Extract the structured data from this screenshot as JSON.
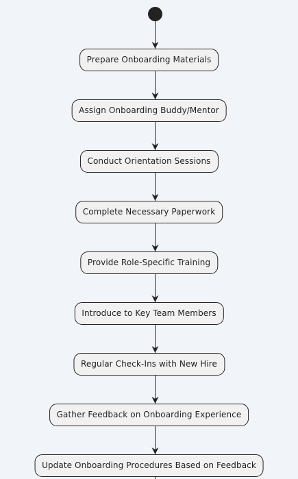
{
  "diagram": {
    "steps": [
      {
        "label": "Prepare Onboarding Materials"
      },
      {
        "label": "Assign Onboarding Buddy/Mentor"
      },
      {
        "label": "Conduct Orientation Sessions"
      },
      {
        "label": "Complete Necessary Paperwork"
      },
      {
        "label": "Provide Role-Specific Training"
      },
      {
        "label": "Introduce to Key Team Members"
      },
      {
        "label": "Regular Check-Ins with New Hire"
      },
      {
        "label": "Gather Feedback on Onboarding Experience"
      },
      {
        "label": "Update Onboarding Procedures Based on Feedback"
      }
    ]
  },
  "colors": {
    "background": "#f1f4f8",
    "node_fill": "#f1f1f1",
    "stroke": "#222222"
  }
}
